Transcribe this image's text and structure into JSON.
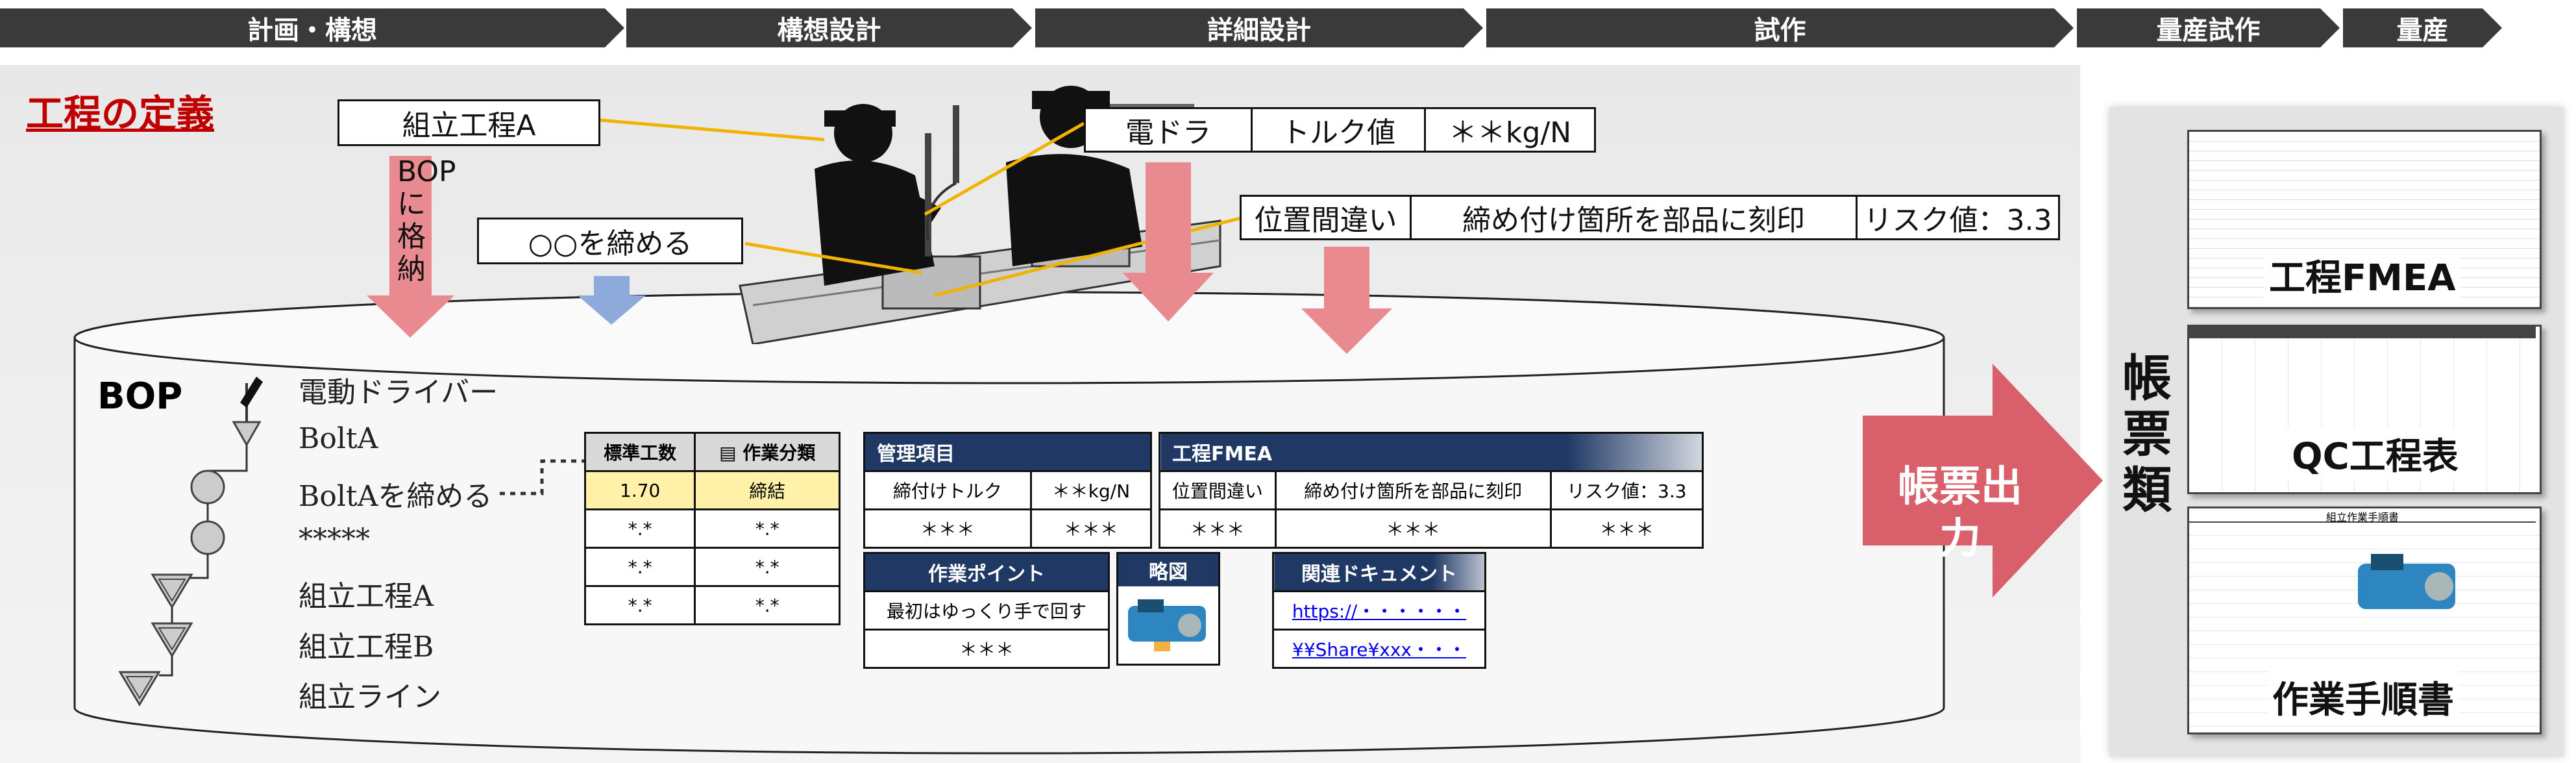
{
  "phases": [
    "計画・構想",
    "構想設計",
    "詳細設計",
    "試作",
    "量産試作",
    "量産"
  ],
  "section_title": "工程の定義",
  "labels": {
    "process_a": "組立工程A",
    "bop_store": "BOPに格納",
    "tighten": "○○を締める",
    "tool": "電ドラ",
    "torque_label": "トルク値",
    "torque_value": "＊＊kg/N",
    "risk_1": "位置間違い",
    "risk_2": "締め付け箇所を部品に刻印",
    "risk_3": "リスク値：3.3"
  },
  "bop": {
    "title": "BOP",
    "items": [
      "電動ドライバー",
      "BoltA",
      "BoltAを締める",
      "*****",
      "組立工程A",
      "組立工程B",
      "組立ライン"
    ]
  },
  "work_table": {
    "headers": [
      "標準工数",
      "作業分類"
    ],
    "rows": [
      [
        "1.70",
        "締結"
      ],
      [
        "*.*",
        "*.*"
      ],
      [
        "*.*",
        "*.*"
      ],
      [
        "*.*",
        "*.*"
      ]
    ]
  },
  "management": {
    "header": "管理項目",
    "row1": [
      "締付けトルク",
      "＊＊kg/N"
    ],
    "row2": [
      "＊＊＊",
      "＊＊＊"
    ]
  },
  "fmea_table": {
    "header": "工程FMEA",
    "row1": [
      "位置間違い",
      "締め付け箇所を部品に刻印",
      "リスク値：3.3"
    ],
    "row2": [
      "＊＊＊",
      "＊＊＊",
      "＊＊＊"
    ]
  },
  "work_point": {
    "header": "作業ポイント",
    "row1": "最初はゆっくり手で回す",
    "row2": "＊＊＊"
  },
  "sketch": {
    "header": "略図"
  },
  "docs": {
    "header": "関連ドキュメント",
    "link1": "https://・・・・・・",
    "link2": "¥¥Share¥xxx・・・"
  },
  "output_arrow": "帳票出力",
  "forms_label": "帳票類",
  "forms": {
    "fmea": "工程FMEA",
    "qc": "QC工程表",
    "procedure": "作業手順書",
    "procedure_sheet_title": "組立作業手順書"
  },
  "colors": {
    "phase_bg": "#3a3a3a",
    "title_red": "#c00000",
    "arrow_pink": "#e88a90",
    "arrow_blue": "#8eaadb",
    "output_arrow": "#d9606a",
    "table_header": "#1f3864",
    "highlight": "#fff2a8",
    "connector": "#f0b400"
  }
}
